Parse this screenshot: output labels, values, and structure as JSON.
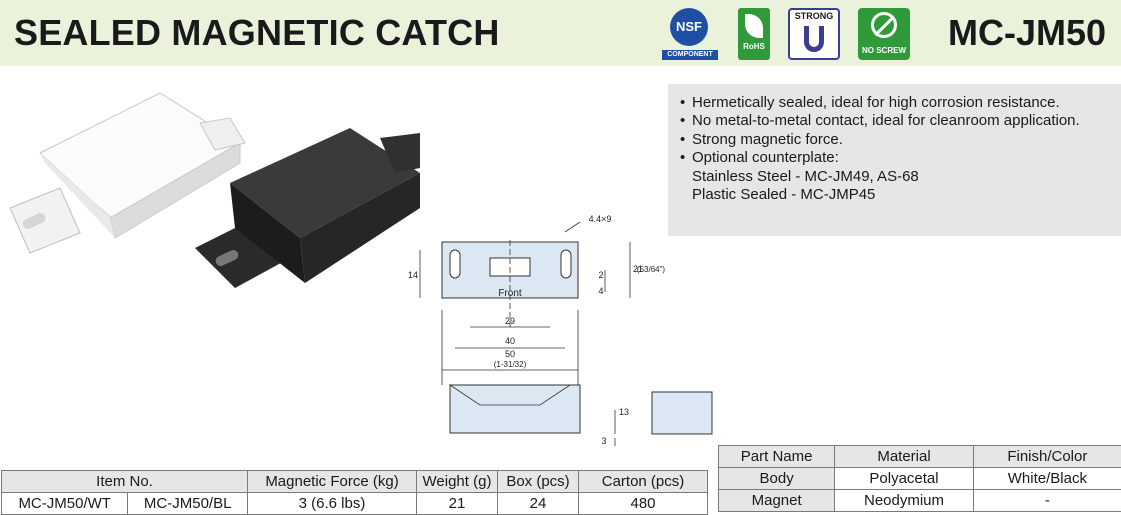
{
  "header": {
    "title": "SEALED MAGNETIC CATCH",
    "model": "MC-JM50",
    "badges": [
      {
        "name": "nsf-badge",
        "text": "NSF",
        "label": "COMPONENT",
        "color": "#1f4fa3"
      },
      {
        "name": "rohs-badge",
        "label": "RoHS",
        "color": "#2f9a3a"
      },
      {
        "name": "strong-badge",
        "label": "STRONG",
        "color": "#3b3d8f"
      },
      {
        "name": "no-screw-badge",
        "label": "NO SCREW",
        "color": "#2f9a3a"
      }
    ]
  },
  "features": {
    "items": [
      {
        "text": "Hermetically sealed, ideal for high corrosion resistance."
      },
      {
        "text": "No metal-to-metal contact, ideal for cleanroom application."
      },
      {
        "text": "Strong magnetic force."
      },
      {
        "text": "Optional counterplate:",
        "sub": [
          "Stainless Steel - MC-JM49, AS-68",
          "Plastic Sealed - MC-JMP45"
        ]
      }
    ]
  },
  "drawing": {
    "labels": {
      "hole": "4.4×9",
      "front": "Front",
      "d29": "29",
      "d40": "40",
      "d50": "50",
      "d50_in": "(1-31/32)",
      "d14": "14",
      "d21": "21",
      "d21_in": "(53/64\")",
      "d2": "2",
      "d4": "4",
      "d13": "13",
      "d3": "3"
    }
  },
  "spec_table": {
    "headers": [
      "Item No.",
      "Magnetic Force (kg)",
      "Weight (g)",
      "Box (pcs)",
      "Carton (pcs)"
    ],
    "rows": [
      [
        "MC-JM50/WT",
        "MC-JM50/BL",
        "3 (6.6 lbs)",
        "21",
        "24",
        "480"
      ]
    ]
  },
  "material_table": {
    "headers": [
      "Part Name",
      "Material",
      "Finish/Color"
    ],
    "rows": [
      [
        "Body",
        "Polyacetal",
        "White/Black"
      ],
      [
        "Magnet",
        "Neodymium",
        "-"
      ]
    ]
  }
}
